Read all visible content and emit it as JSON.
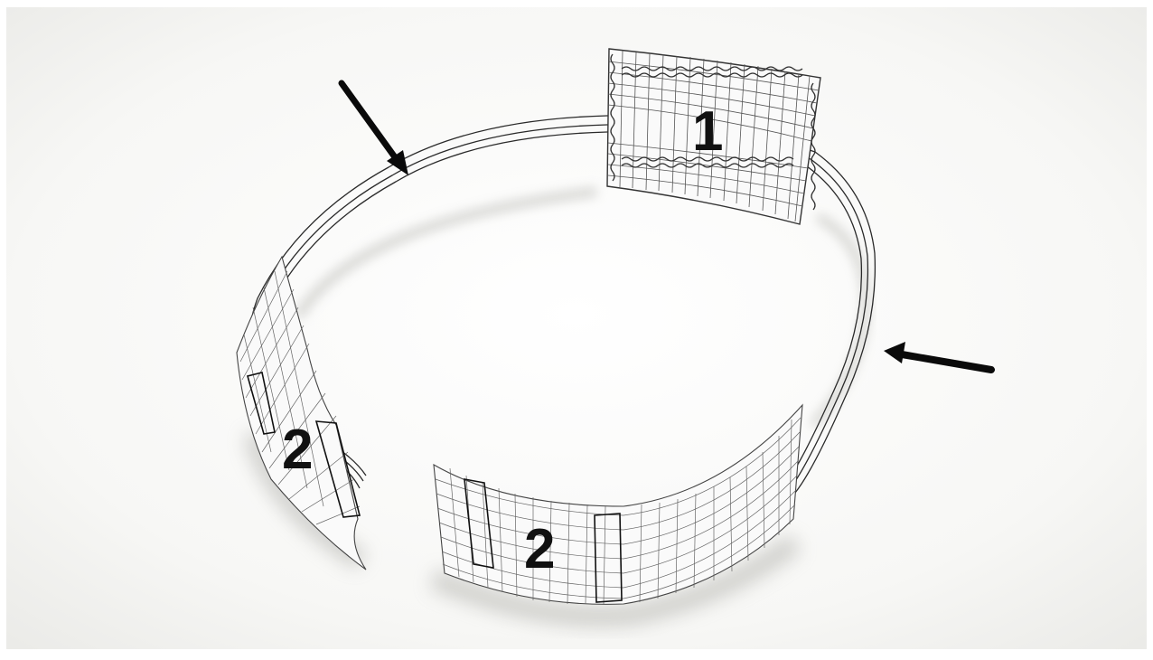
{
  "labels": {
    "panel_top": "1",
    "panel_left": "2",
    "panel_bottom": "2"
  },
  "colors": {
    "background": "#f4f4f1",
    "mesh_line": "#444444",
    "wire": "#222222",
    "arrow": "#0a0a0a",
    "shadow": "#b9b9b4"
  },
  "icons": {
    "arrow_left": "arrow-down-right-icon",
    "arrow_right": "arrow-left-icon"
  }
}
